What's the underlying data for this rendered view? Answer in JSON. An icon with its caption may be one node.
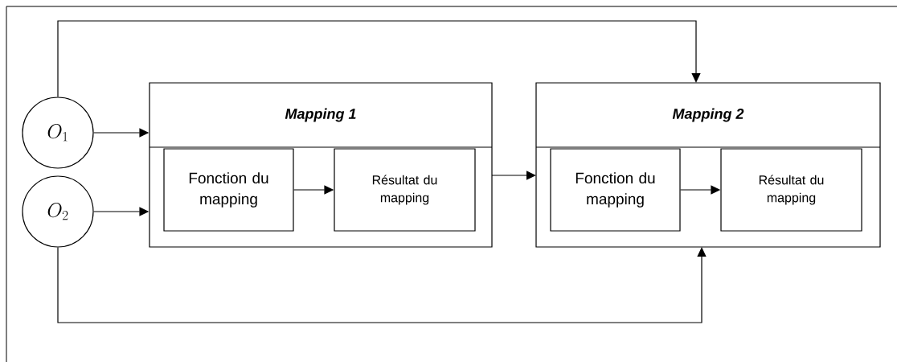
{
  "diagram": {
    "nodes": [
      {
        "text": [
          "O_1"
        ]
      },
      {
        "text": [
          "O_2"
        ]
      },
      {
        "text": [
          "Mapping 1"
        ]
      },
      {
        "text": [
          "Fonction du mapping"
        ],
        "in": 2
      },
      {
        "text": [
          "Résultat du mapping"
        ],
        "in": 2
      },
      {
        "text": [
          "Mapping 2"
        ]
      },
      {
        "text": [
          "Fonction du mapping"
        ],
        "in": 5
      },
      {
        "text": [
          "Résultat du mapping"
        ],
        "in": 5
      }
    ],
    "edges": [
      {
        "from": 0,
        "to": 2,
        "arrow": "to"
      },
      {
        "from": 1,
        "to": 2,
        "arrow": "to"
      },
      {
        "from": 3,
        "to": 4,
        "arrow": "to"
      },
      {
        "from": 2,
        "to": 5,
        "arrow": "to"
      },
      {
        "from": 6,
        "to": 7,
        "arrow": "to"
      },
      {
        "from": 0,
        "to": 5,
        "arrow": "to"
      },
      {
        "from": 1,
        "to": 5,
        "arrow": "to"
      }
    ]
  }
}
